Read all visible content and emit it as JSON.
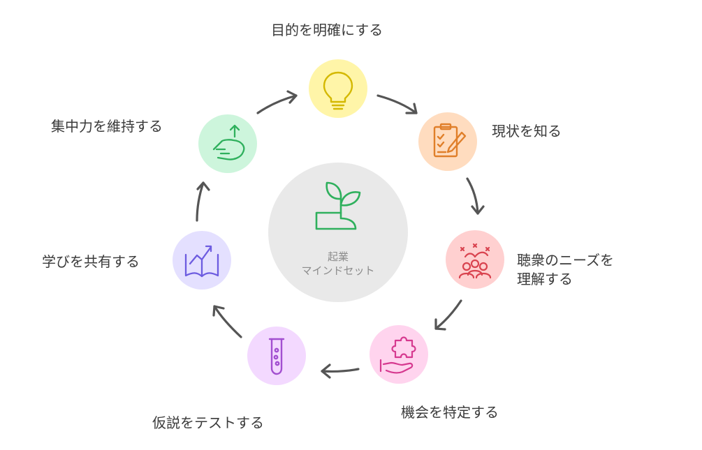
{
  "center": {
    "line1": "起業",
    "line2": "マインドセット"
  },
  "steps": [
    {
      "id": "clarify-purpose",
      "label": "目的を明確にする",
      "icon": "lightbulb-icon",
      "color": "#fff5a8",
      "stroke": "#d4b800"
    },
    {
      "id": "know-current-state",
      "label": "現状を知る",
      "icon": "clipboard-pencil-icon",
      "color": "#ffdcbf",
      "stroke": "#e07f2a"
    },
    {
      "id": "understand-audience",
      "label_line1": "聴衆のニーズを",
      "label_line2": "理解する",
      "icon": "audience-icon",
      "color": "#ffd0d0",
      "stroke": "#d9434f"
    },
    {
      "id": "identify-opportunity",
      "label": "機会を特定する",
      "icon": "puzzle-hand-icon",
      "color": "#ffd4ee",
      "stroke": "#d6398f"
    },
    {
      "id": "test-hypothesis",
      "label": "仮説をテストする",
      "icon": "test-tube-icon",
      "color": "#f3d9ff",
      "stroke": "#a24fd0"
    },
    {
      "id": "share-learning",
      "label": "学びを共有する",
      "icon": "book-growth-icon",
      "color": "#e4e0ff",
      "stroke": "#6d5ce0"
    },
    {
      "id": "maintain-focus",
      "label": "集中力を維持する",
      "icon": "focus-hand-icon",
      "color": "#cdf5dc",
      "stroke": "#2fb05d"
    }
  ]
}
